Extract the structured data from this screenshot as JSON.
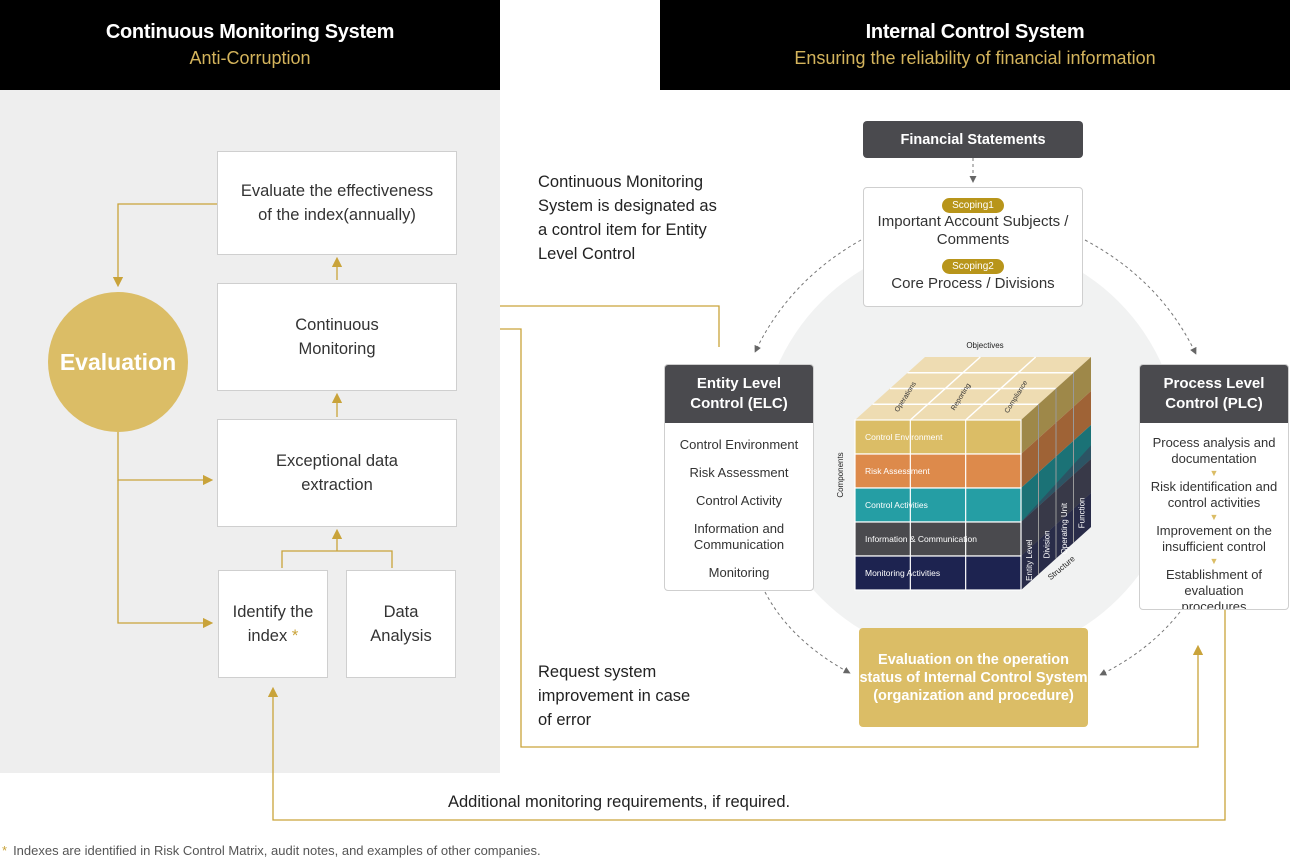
{
  "left_header": {
    "title": "Continuous Monitoring System",
    "subtitle": "Anti-Corruption"
  },
  "right_header": {
    "title": "Internal Control System",
    "subtitle": "Ensuring the reliability of financial information"
  },
  "monitoring_flow": {
    "evaluation_circle": "Evaluation",
    "steps": {
      "evaluate_effectiveness": "Evaluate the effectiveness of the index(annually)",
      "continuous_monitoring": "Continuous Monitoring",
      "exceptional_extraction": "Exceptional data extraction",
      "identify_index": "Identify the index",
      "identify_index_marker": "*",
      "data_analysis": "Data Analysis"
    }
  },
  "annotations": {
    "elc_designation": "Continuous Monitoring System is designated as a control item for Entity Level Control",
    "request_improvement": "Request system improvement in case of error",
    "additional_requirements": "Additional monitoring requirements, if required."
  },
  "internal_control": {
    "financial_statements": "Financial Statements",
    "scoping": [
      {
        "badge": "Scoping1",
        "text": "Important Account Subjects / Comments"
      },
      {
        "badge": "Scoping2",
        "text": "Core Process / Divisions"
      }
    ],
    "elc": {
      "title": "Entity Level Control (ELC)",
      "items": [
        "Control Environment",
        "Risk Assessment",
        "Control Activity",
        "Information and Communication",
        "Monitoring"
      ]
    },
    "plc": {
      "title": "Process Level Control  (PLC)",
      "steps": [
        "Process analysis and documentation",
        "Risk identification and control activities",
        "Improvement on the insufficient control",
        "Establishment of evaluation procedures"
      ]
    },
    "evaluation": "Evaluation on the operation status of Internal Control System (organization and procedure)",
    "coso_cube": {
      "objectives_label": "Objectives",
      "objectives": [
        "Operations",
        "Reporting",
        "Compliance"
      ],
      "components_label": "Components",
      "components": [
        {
          "name": "Control Environment",
          "color": "#dbbd66"
        },
        {
          "name": "Risk Assessment",
          "color": "#dd8a4b"
        },
        {
          "name": "Control Activities",
          "color": "#259ea4"
        },
        {
          "name": "Information & Communication",
          "color": "#4a4a4e"
        },
        {
          "name": "Monitoring Activities",
          "color": "#1d2350"
        }
      ],
      "structure_label": "Structure",
      "structure": [
        "Entity Level",
        "Division",
        "Operating Unit",
        "Function"
      ]
    }
  },
  "footnote": {
    "marker": "*",
    "text": "Indexes are identified in Risk Control Matrix, audit notes, and examples of other companies."
  },
  "colors": {
    "gold": "#c9a33a",
    "gold_fill": "#dbbd66",
    "dark_header": "#4a4a4e",
    "panel_grey": "#eeeeee"
  }
}
